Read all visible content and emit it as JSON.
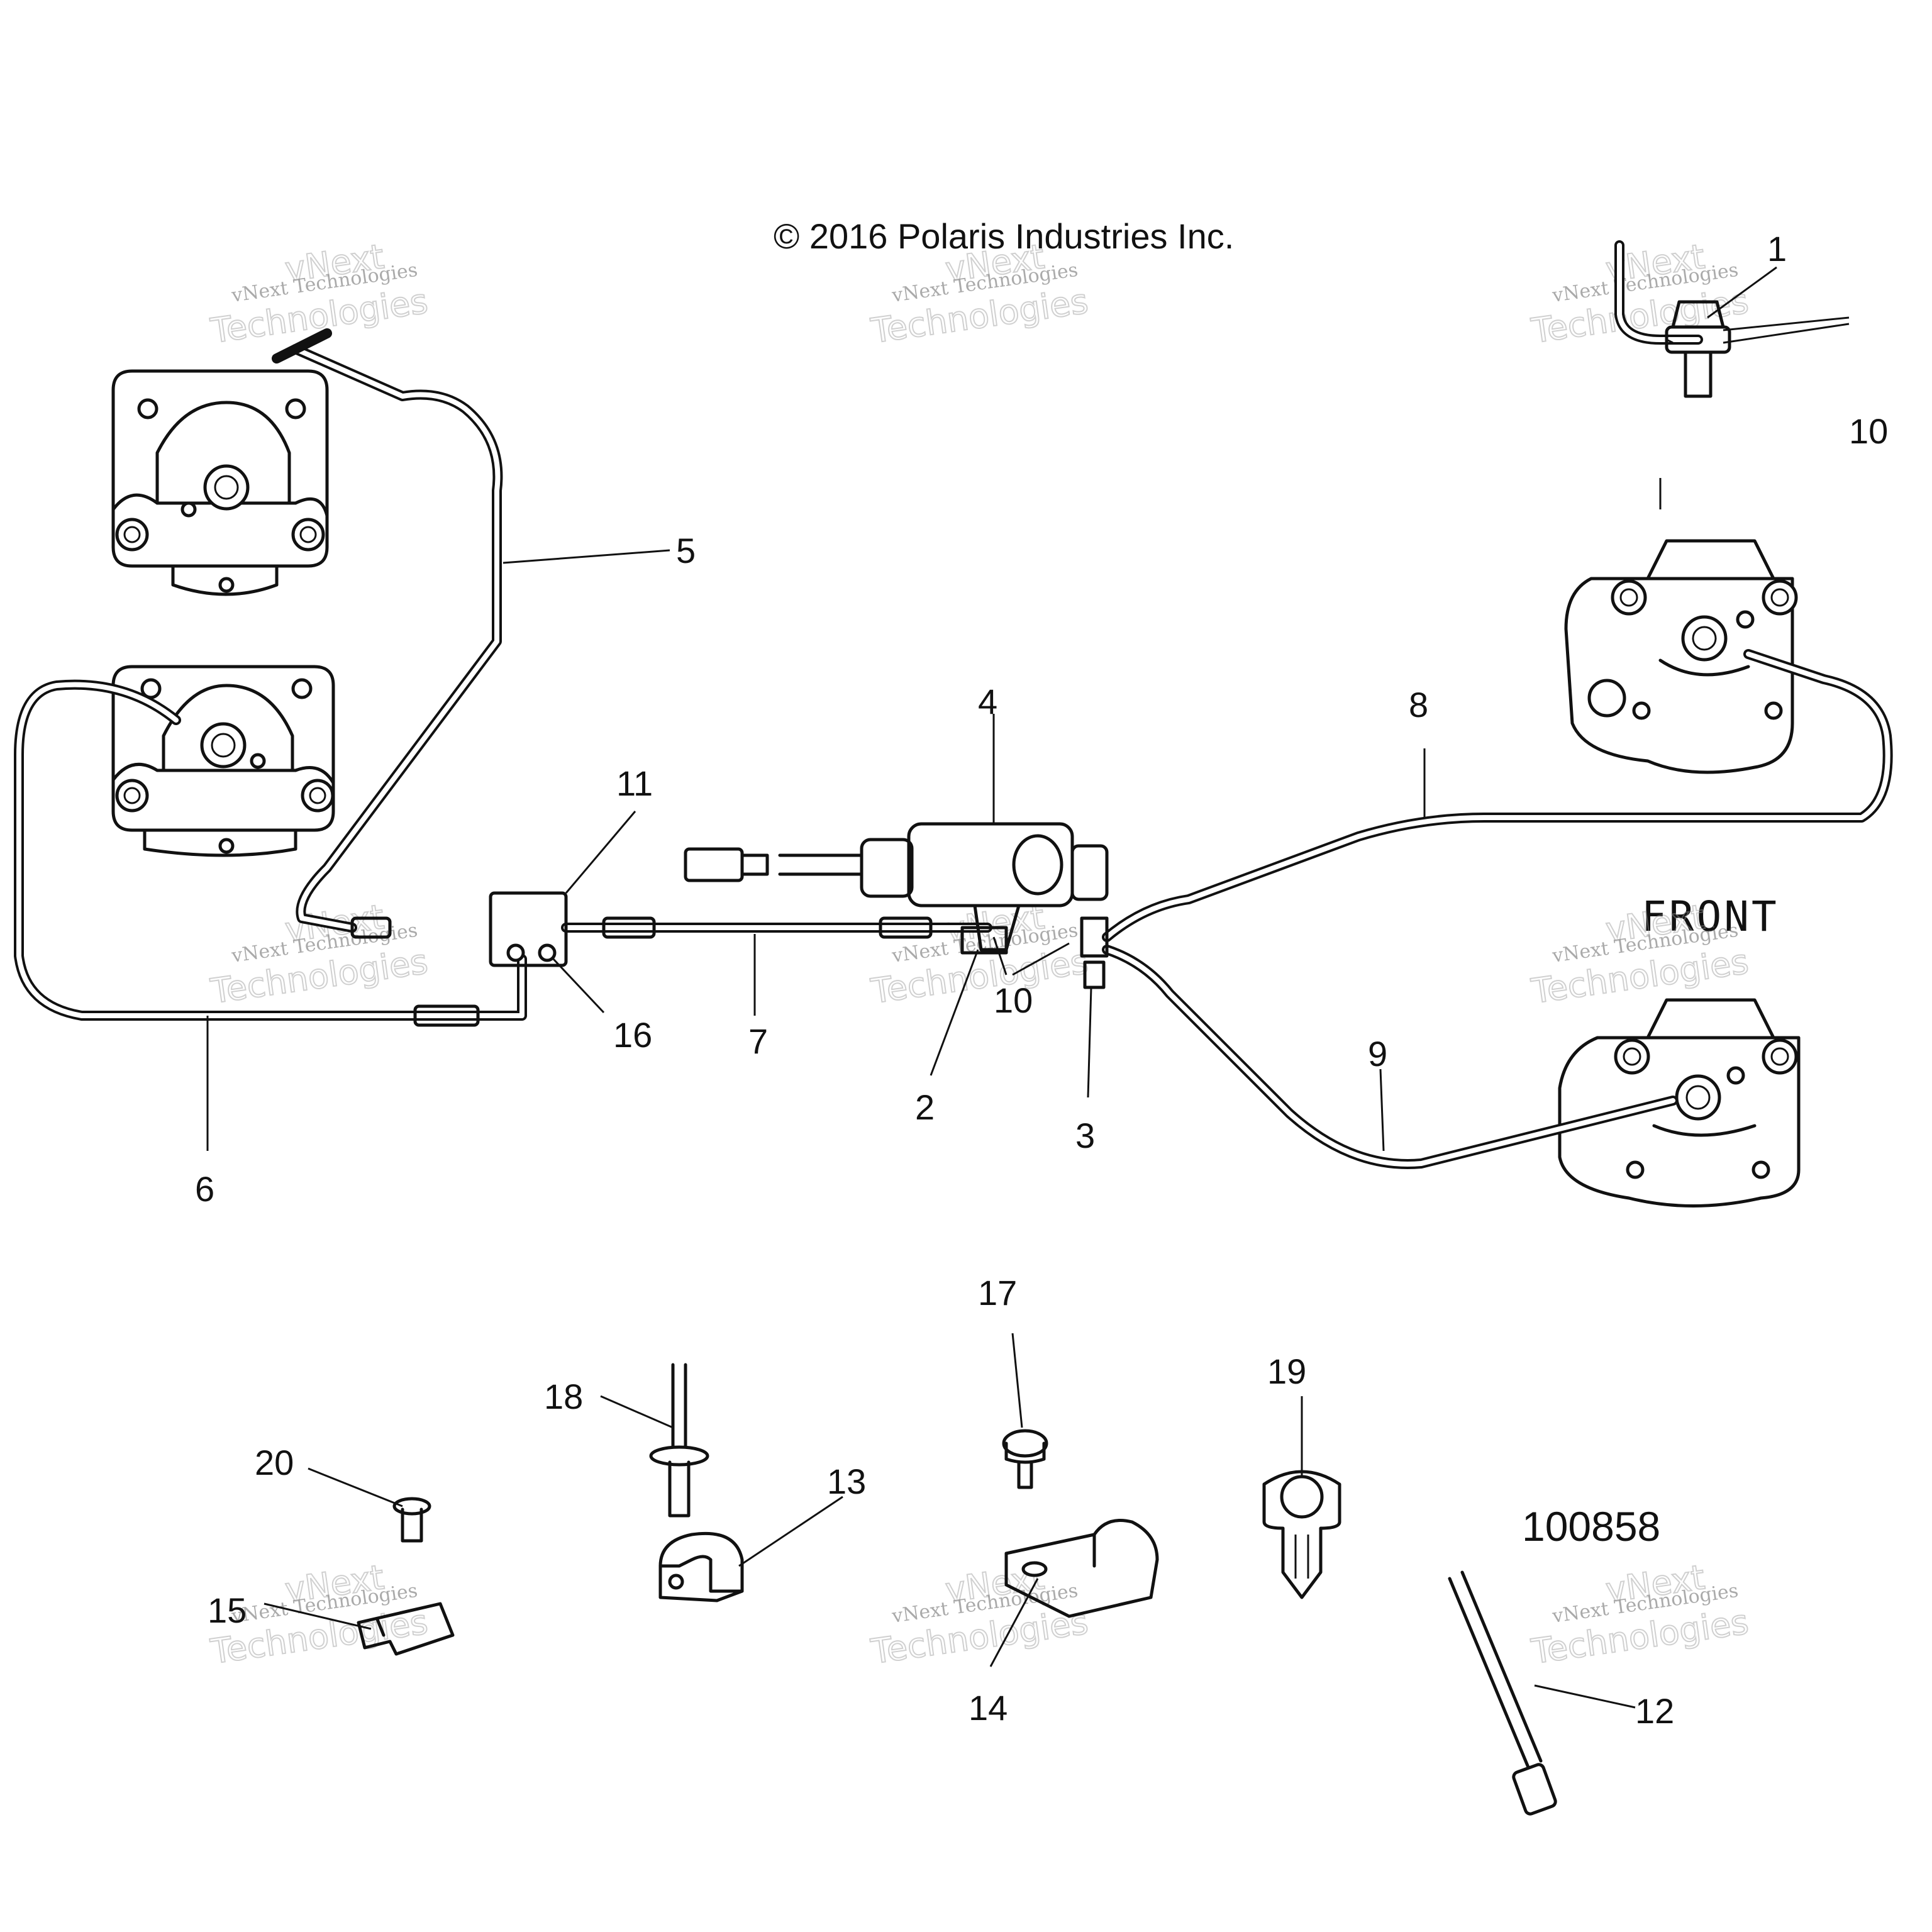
{
  "copyright": "© 2016 Polaris Industries Inc.",
  "front_label": "FRONT",
  "document_number": "100858",
  "watermark": {
    "line1": "vNext Technologies",
    "line2": "vNext",
    "line3": "Technologies"
  },
  "callouts": {
    "c1": "1",
    "c2": "2",
    "c3": "3",
    "c4": "4",
    "c5": "5",
    "c6": "6",
    "c7": "7",
    "c8": "8",
    "c9": "9",
    "c10a": "10",
    "c10b": "10",
    "c11": "11",
    "c12": "12",
    "c13": "13",
    "c14": "14",
    "c15": "15",
    "c16": "16",
    "c17": "17",
    "c18": "18",
    "c19": "19",
    "c20": "20"
  }
}
